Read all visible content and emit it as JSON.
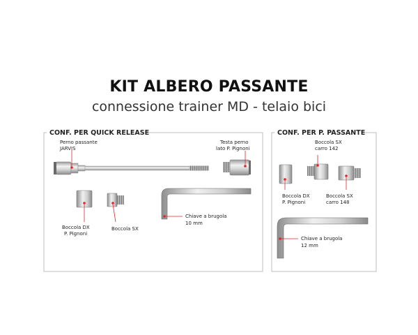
{
  "header": {
    "title": "KIT ALBERO PASSANTE",
    "subtitle": "connessione trainer MD - telaio bici"
  },
  "panels": [
    {
      "title": "CONF. PER QUICK RELEASE",
      "labels": [
        [
          "Perno passante",
          "JARVIS"
        ],
        [
          "Testa perno",
          "lato P. Pignoni"
        ],
        [
          "Boccola DX",
          "P. Pignoni"
        ],
        [
          "Boccola SX"
        ],
        [
          "Chiave a brugola",
          "10 mm"
        ]
      ]
    },
    {
      "title": "CONF. PER P. PASSANTE",
      "labels": [
        [
          "Boccola SX",
          "carro 142"
        ],
        [
          "Boccola DX",
          "P. Pignoni"
        ],
        [
          "Boccola SX",
          "carro 148"
        ],
        [
          "Chiave a brugola",
          "12 mm"
        ]
      ]
    }
  ],
  "colors": {
    "marker": "#e0262b",
    "frame": "#bdbdbd",
    "metal": "#c9c9c9"
  }
}
